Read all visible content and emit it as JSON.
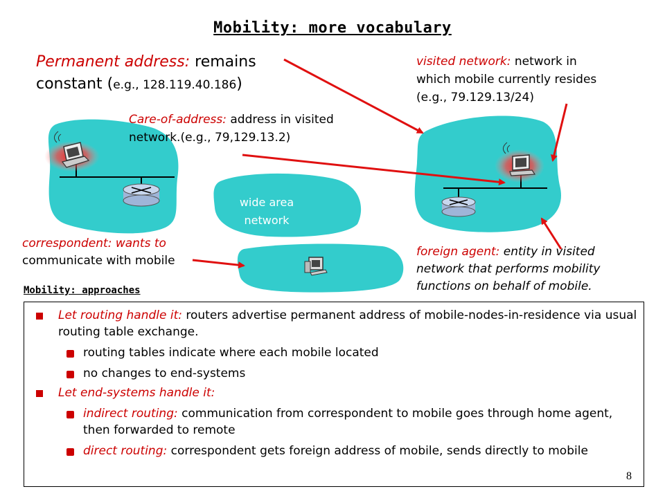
{
  "title": "Mobility: more vocabulary",
  "permanent": {
    "term": "Permanent address:",
    "text1": " remains",
    "text2": "constant (",
    "eg": "e.g., 128.119.40.186",
    "close": ")"
  },
  "visited": {
    "term": "visited network:",
    "line1": " network in",
    "line2": "which mobile currently resides",
    "line3": "(e.g., 79.129.13/24)"
  },
  "care": {
    "term": "Care-of-address:",
    "line1": " address in visited",
    "line2": "network.(e.g., 79,129.13.2)"
  },
  "wan": {
    "line1": "wide area",
    "line2": "network"
  },
  "correspondent": {
    "term": "correspondent:",
    "line1": " wants to",
    "line2": "communicate with mobile"
  },
  "foreign": {
    "term": "foreign agent:",
    "line1": " entity in visited",
    "line2": "network that performs mobility",
    "line3": "functions on behalf of mobile."
  },
  "approaches_heading": "Mobility: approaches",
  "bullets": [
    {
      "lead": "Let routing handle it:",
      "text": " routers advertise permanent address of mobile-nodes-in-residence via usual routing table exchange."
    },
    {
      "text": "routing tables indicate where each mobile located"
    },
    {
      "text": "no changes to end-systems"
    },
    {
      "lead": "Let end-systems handle it:"
    },
    {
      "lead": "indirect routing:",
      "text": " communication from correspondent to mobile goes through home agent, then forwarded to remote"
    },
    {
      "lead": "direct routing:",
      "text": " correspondent gets foreign address of mobile, sends directly to mobile"
    }
  ],
  "page_number": "8",
  "colors": {
    "accent": "#cc0000",
    "network": "#33cccc",
    "arrow": "#e01010"
  },
  "icons": [
    "laptop-icon",
    "router-icon",
    "workstation-icon",
    "bullet-square-icon",
    "bullet-m-icon"
  ]
}
